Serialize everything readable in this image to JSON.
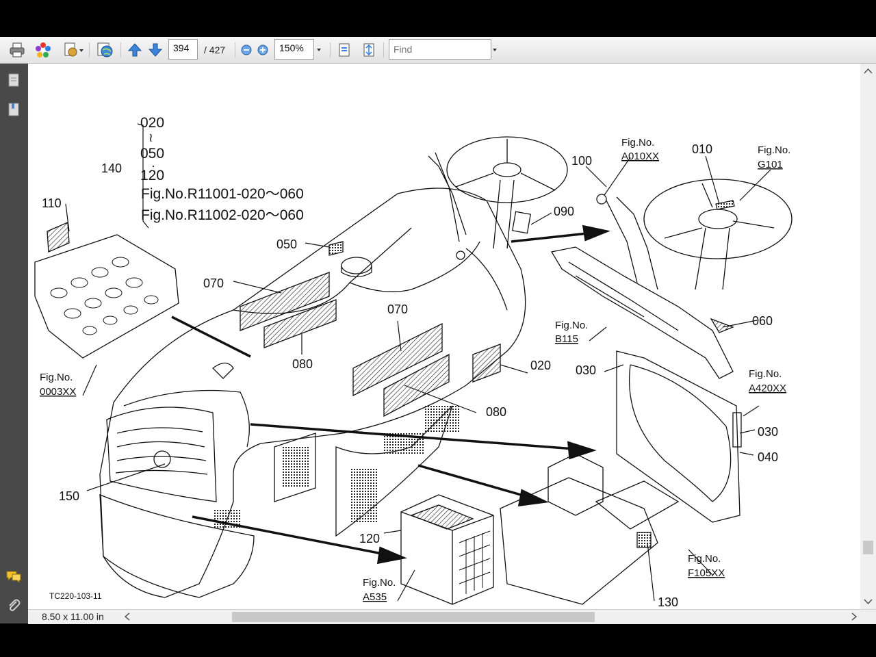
{
  "toolbar": {
    "page_number": "394",
    "page_total": "/ 427",
    "zoom": "150%",
    "find_placeholder": "Find"
  },
  "status": {
    "page_size": "8.50 x 11.00 in"
  },
  "icons": [
    "print-icon",
    "sparkle-icon",
    "page-dropdown-icon",
    "globe-page-icon",
    "arrow-up-icon",
    "arrow-down-icon",
    "zoom-out-icon",
    "zoom-in-icon",
    "fit-page-icon",
    "fit-width-icon",
    "pages-panel-icon",
    "bookmarks-panel-icon",
    "comments-icon",
    "attachment-icon"
  ],
  "diagram": {
    "labels": {
      "l140": "140",
      "l140_020": "020",
      "l140_tilde": "≀",
      "l140_050": "050",
      "l140_dot": "·",
      "l140_120": "120",
      "l140_ref1": "Fig.No.R11001-020～060",
      "l140_ref2": "Fig.No.R11002-020～060",
      "l110": "110",
      "l050": "050",
      "l070a": "070",
      "l080a": "080",
      "l070b": "070",
      "l080b": "080",
      "l020": "020",
      "l090": "090",
      "l100": "100",
      "l010": "010",
      "l060": "060",
      "l030a": "030",
      "l030b": "030",
      "l040": "040",
      "l150": "150",
      "l120": "120",
      "l130": "130",
      "fig_0003_a": "Fig.No.",
      "fig_0003_b": "0003XX",
      "fig_a010_a": "Fig.No.",
      "fig_a010_b": "A010XX",
      "fig_g101_a": "Fig.No.",
      "fig_g101_b": "G101",
      "fig_b115_a": "Fig.No.",
      "fig_b115_b": "B115",
      "fig_a420_a": "Fig.No.",
      "fig_a420_b": "A420XX",
      "fig_a535_a": "Fig.No.",
      "fig_a535_b": "A535",
      "fig_f105_a": "Fig.No.",
      "fig_f105_b": "F105XX",
      "code": "TC220-103-11"
    }
  }
}
